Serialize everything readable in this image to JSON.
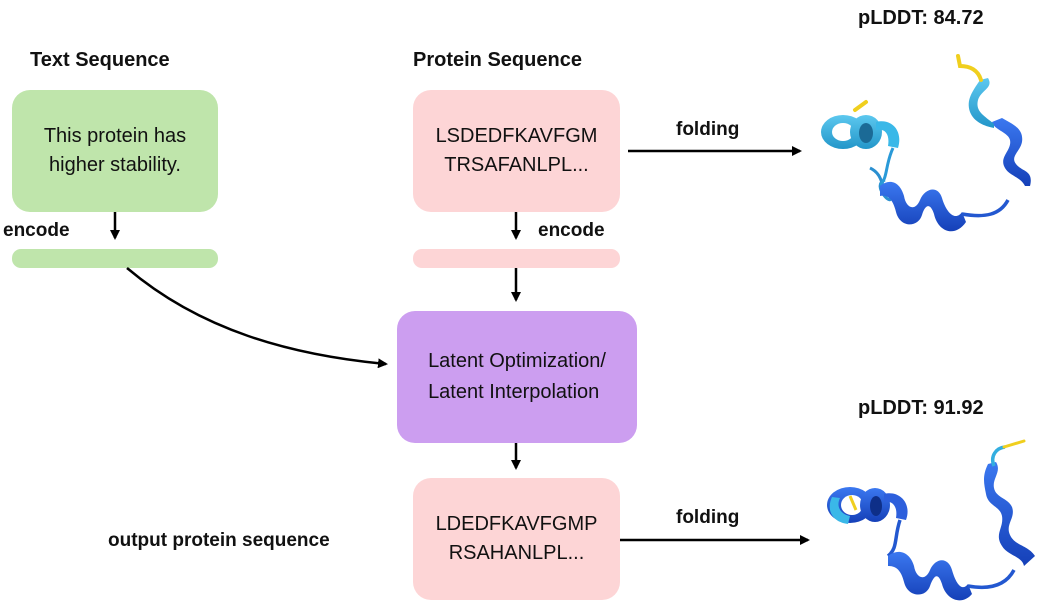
{
  "diagram": {
    "text_sequence": {
      "heading": "Text Sequence",
      "lines": [
        "This protein has",
        "higher stability."
      ],
      "encode_label": "encode",
      "color": "#bfe5ab"
    },
    "protein_sequence": {
      "heading": "Protein Sequence",
      "lines": [
        "LSDEDFKAVFGM",
        "TRSAFANLPL..."
      ],
      "encode_label": "encode",
      "color": "#fdd5d6"
    },
    "latent": {
      "lines": [
        "Latent Optimization/",
        "Latent Interpolation"
      ],
      "color": "#cc9ef0"
    },
    "output": {
      "label": "output protein sequence",
      "lines": [
        "LDEDFKAVFGMP",
        "RSAHANLPL..."
      ],
      "color": "#fdd5d6"
    },
    "folding_top": {
      "label": "folding",
      "score_label": "pLDDT: 84.72"
    },
    "folding_bottom": {
      "label": "folding",
      "score_label": "pLDDT: 91.92"
    },
    "structure_colors": {
      "high_confidence": "#1f56d6",
      "medium_confidence": "#33aee0",
      "low_confidence": "#f0cf1e"
    }
  }
}
